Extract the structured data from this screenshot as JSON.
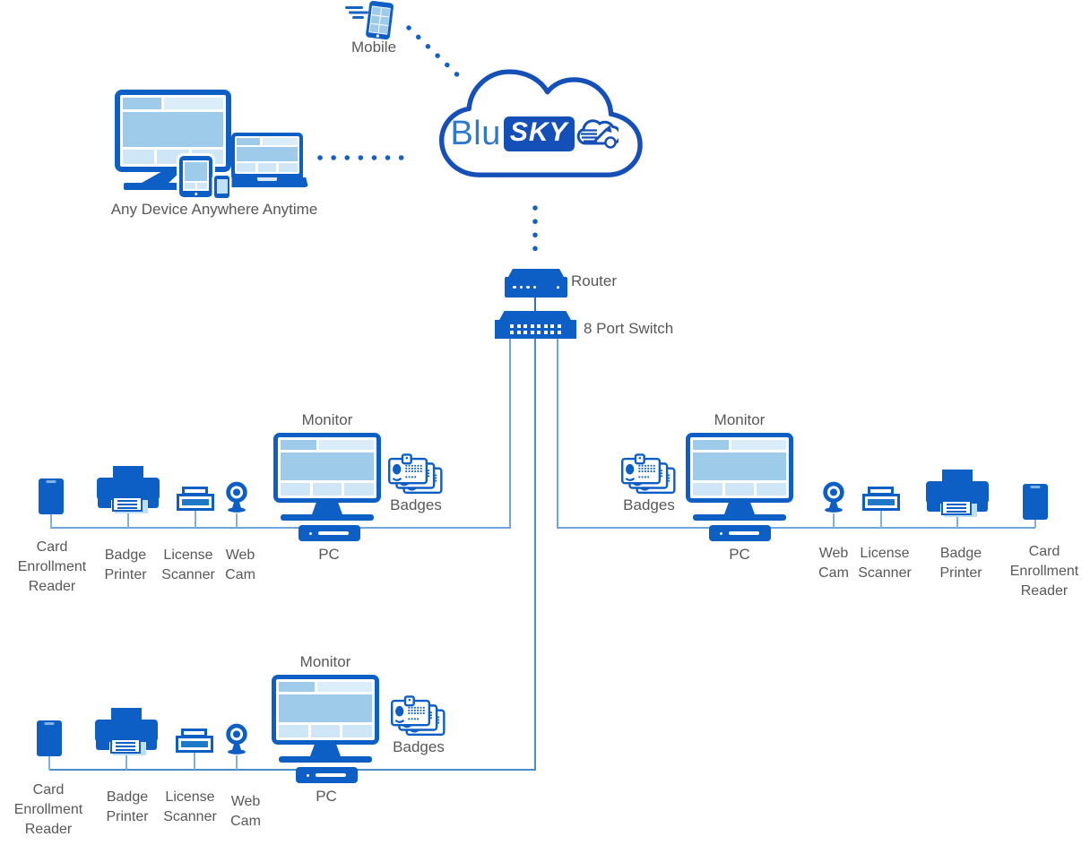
{
  "palette": {
    "icon_blue": "#0D5EC5",
    "royal_blue": "#1550B8",
    "logo_blu_text": "#2F79CC",
    "screen_medium": "#9FCBEA",
    "screen_light": "#CFE6F7",
    "connector_line": "#6FA6D9",
    "dotted_line": "#1461C6",
    "label_gray": "#585858"
  },
  "mobile": {
    "label": "Mobile"
  },
  "any_device": {
    "label": "Any Device Anywhere Anytime"
  },
  "cloud": {
    "logo_prefix": "Blu",
    "logo_main": "SKY"
  },
  "network": {
    "router_label": "Router",
    "switch_label": "8 Port Switch"
  },
  "clusters": [
    {
      "name": "left-workstation",
      "monitor_label": "Monitor",
      "pc_label": "PC",
      "badges_label": "Badges",
      "peripherals": [
        {
          "name": "card-enrollment-reader",
          "label": "Card\nEnrollment\nReader"
        },
        {
          "name": "badge-printer",
          "label": "Badge\nPrinter"
        },
        {
          "name": "license-scanner",
          "label": "License\nScanner"
        },
        {
          "name": "web-cam",
          "label": "Web\nCam"
        }
      ]
    },
    {
      "name": "right-workstation",
      "monitor_label": "Monitor",
      "pc_label": "PC",
      "badges_label": "Badges",
      "peripherals": [
        {
          "name": "web-cam",
          "label": "Web\nCam"
        },
        {
          "name": "license-scanner",
          "label": "License\nScanner"
        },
        {
          "name": "badge-printer",
          "label": "Badge\nPrinter"
        },
        {
          "name": "card-enrollment-reader",
          "label": "Card\nEnrollment\nReader"
        }
      ]
    },
    {
      "name": "bottom-workstation",
      "monitor_label": "Monitor",
      "pc_label": "PC",
      "badges_label": "Badges",
      "peripherals": [
        {
          "name": "card-enrollment-reader",
          "label": "Card\nEnrollment\nReader"
        },
        {
          "name": "badge-printer",
          "label": "Badge\nPrinter"
        },
        {
          "name": "license-scanner",
          "label": "License\nScanner"
        },
        {
          "name": "web-cam",
          "label": "Web\nCam"
        }
      ]
    }
  ],
  "icon_shapes": {
    "mobile-icon": "tilted smartphone with motion lines",
    "cloud-icon": "outlined cloud containing BluSKY logo",
    "router-icon": "3d box with led dots",
    "switch-icon": "wide 3d box with 2 rows of 8 port dots",
    "monitor-icon": "desktop monitor with tiled screen",
    "pc-icon": "slim horizontal desktop unit",
    "badges-icon": "stack of three id badge cards",
    "card-enrollment-reader-icon": "solid vertical reader block",
    "badge-printer-icon": "printer with paper output",
    "license-scanner-icon": "flatbed scanner",
    "web-cam-icon": "round lens camera on stand",
    "any-device-icon": "monitor tablet phone laptop group"
  }
}
